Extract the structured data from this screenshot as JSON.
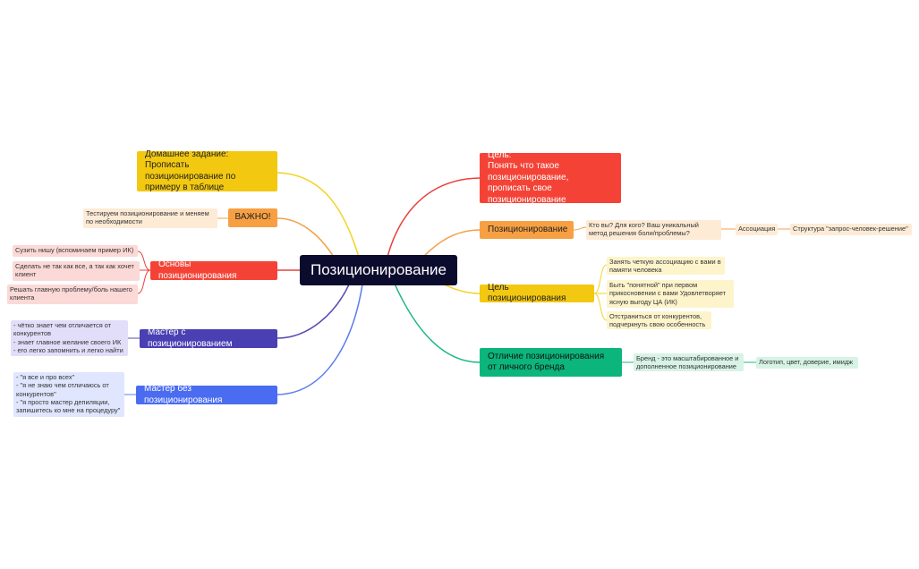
{
  "central": "Позиционирование",
  "colors": {
    "central": "#0b0b2e",
    "red": "#f44336",
    "orange": "#f7a043",
    "yellow": "#f2c811",
    "green": "#0bb57b",
    "purple": "#4a3fb3",
    "blue": "#4a6cf0",
    "line_yellow": "#f2d325",
    "line_red": "#e8403b",
    "line_orange": "#f2a14c",
    "line_green": "#19b97f",
    "line_purple": "#5a4bb1",
    "line_blue": "#5a7cf0"
  },
  "right": {
    "goal": "Цель:\nПонять что такое позиционирование, прописать свое позиционирование",
    "positioning": "Позиционирование",
    "positioning_q": "Кто вы? Для кого? Ваш уникальный метод решения боли/проблемы?",
    "association": "Ассоциация",
    "structure": "Структура \"запрос-человек-решение\"",
    "goal_positioning": "Цель позиционирования",
    "gp_items": [
      "Занять четкую ассоциацию с вами в памяти человека",
      "Быть \"понятной\" при  первом прикосновении с вами  Удовлетворяет ясную выгоду ЦА (ИК)",
      "Отстраниться от конкурентов, подчеркнуть свою особенность"
    ],
    "difference": "Отличие позиционирования от личного бренда",
    "brand": "Бренд - это масштабированное и дополненное позиционирование",
    "logo": "Логотип, цвет, доверие, имидж"
  },
  "left": {
    "homework": "Домашнее задание:\nПрописать позиционирование по примеру в таблице",
    "important": "ВАЖНО!",
    "important_note": "Тестируем позиционирование и меняем по необходимости",
    "basics": "Основы позиционирования",
    "basics_items": [
      "Сузить нишу (вспоминаем пример ИК)",
      "Сделать не так как все, а так как хочет клиент",
      "Решать главную проблему/боль нашего клиента"
    ],
    "master_with": "Мастер с позиционированием",
    "master_with_note": "- чётко знает чем отличается от конкурентов\n- знает главное желание своего ИК\n- его легко запомнить и легко найти",
    "master_without": "Мастер без позиционирования",
    "master_without_note": "- \"я все и про всех\"\n- \"я не знаю чем отличаюсь от конкурентов\"\n- \"я просто мастер депиляции, запишитесь ко мне на процедуру\""
  }
}
